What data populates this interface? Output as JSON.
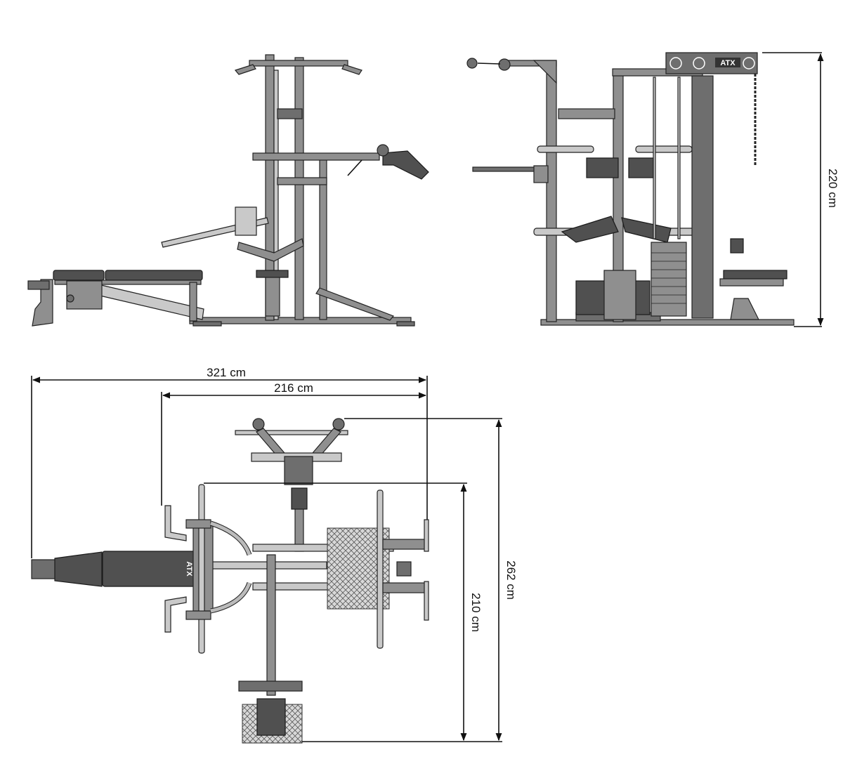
{
  "title": "",
  "brand_logo": "ATX",
  "dimensions": {
    "height": "220 cm",
    "overall_length": "321 cm",
    "rack_length": "216 cm",
    "depth_rack": "210 cm",
    "depth_overall": "262 cm"
  },
  "views": [
    "side-view",
    "front-view",
    "top-view"
  ],
  "colors": {
    "frame": "#8f8f8f",
    "frame_dark": "#6e6e6e",
    "pad": "#505050",
    "plate": "#d0d0d0",
    "outline": "#222222"
  }
}
